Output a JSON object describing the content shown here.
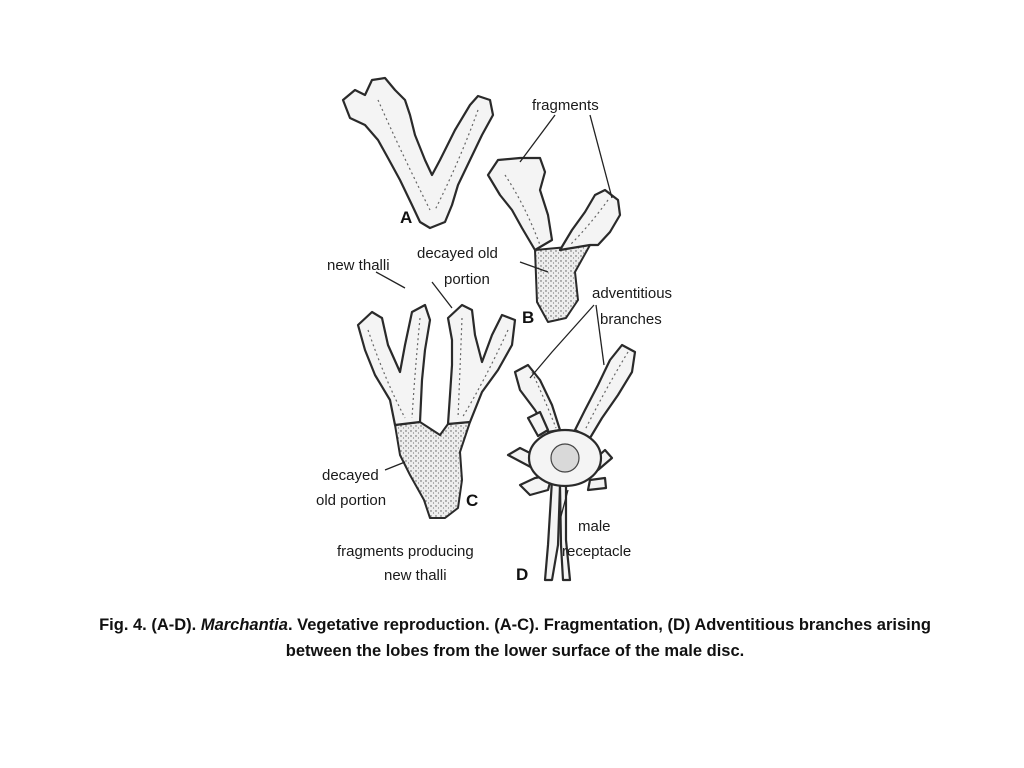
{
  "figure": {
    "panel_letters": {
      "a": "A",
      "b": "B",
      "c": "C",
      "d": "D"
    },
    "labels": {
      "fragments": "fragments",
      "decayed_old_1": "decayed old",
      "decayed_old_2": "portion",
      "new_thalli": "new thalli",
      "adventitious_1": "adventitious",
      "adventitious_2": "branches",
      "decayed_c_1": "decayed",
      "decayed_c_2": "old portion",
      "fragments_producing_1": "fragments producing",
      "fragments_producing_2": "new thalli",
      "male_1": "male",
      "male_2": "receptacle"
    }
  },
  "caption": {
    "prefix": "Fig. 4. (A-D). ",
    "genus": "Marchantia",
    "line1_rest": ". Vegetative reproduction. (A-C). Fragmentation, (D) Adventitious branches arising",
    "line2": "between the lobes from the lower surface of the male disc."
  }
}
